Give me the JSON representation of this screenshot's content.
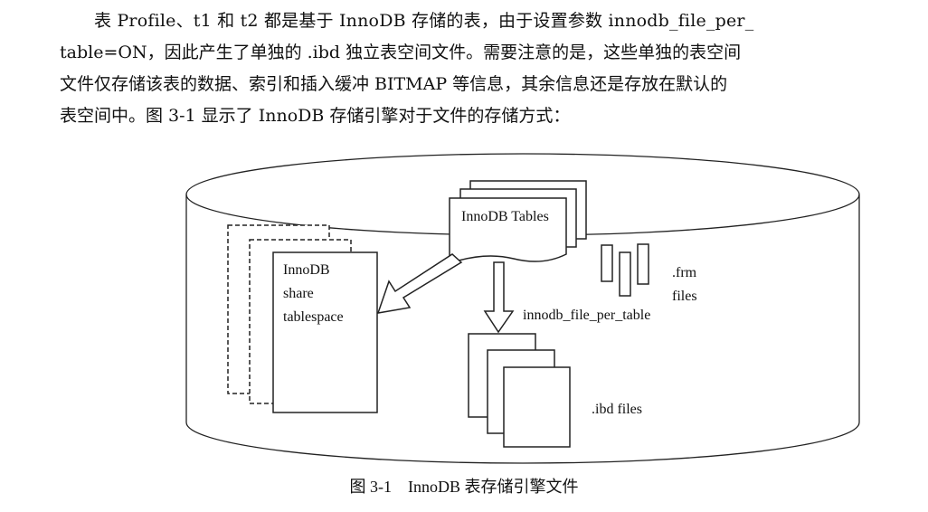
{
  "paragraph": {
    "line1": "表 Profile、t1 和 t2 都是基于 InnoDB 存储的表，由于设置参数 innodb_file_per_",
    "line2": "table=ON，因此产生了单独的 .ibd 独立表空间文件。需要注意的是，这些单独的表空间",
    "line3": "文件仅存储该表的数据、索引和插入缓冲 BITMAP 等信息，其余信息还是存放在默认的",
    "line4": "表空间中。图 3-1 显示了 InnoDB 存储引擎对于文件的存储方式："
  },
  "figure": {
    "innodb_tables_label": "InnoDB Tables",
    "share_tablespace_label": [
      "InnoDB",
      "share",
      "tablespace"
    ],
    "frm_label": [
      ".frm",
      "files"
    ],
    "file_per_table_label": "innodb_file_per_table",
    "ibd_label": ".ibd files"
  },
  "caption": {
    "number": "图 3-1",
    "title": "InnoDB 表存储引擎文件"
  }
}
